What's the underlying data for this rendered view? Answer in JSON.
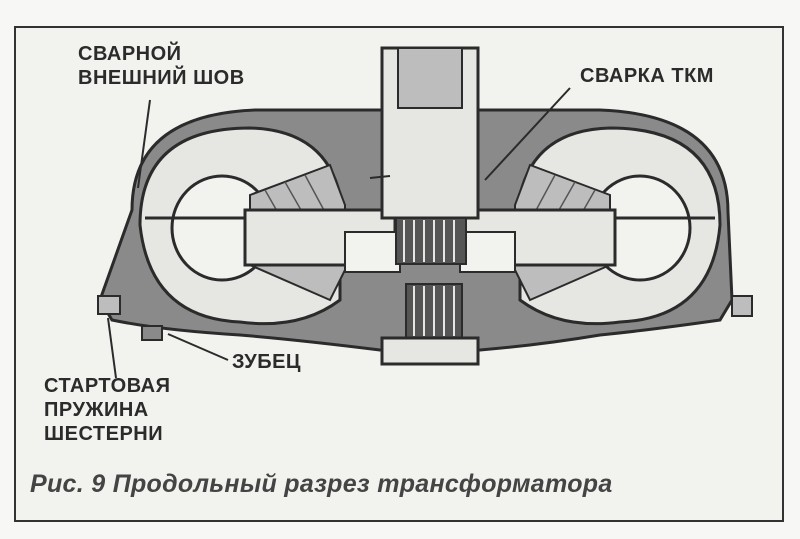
{
  "labels": {
    "weld_outer_line1": "СВАРНОЙ",
    "weld_outer_line2": "ВНЕШНИЙ ШОВ",
    "weld_tkm": "СВАРКА ТКМ",
    "tooth": "ЗУБЕЦ",
    "spring_line1": "СТАРТОВАЯ",
    "spring_line2": "ПРУЖИНА",
    "spring_line3": "ШЕСТЕРНИ"
  },
  "caption": "Рис. 9 Продольный разрез трансформатора",
  "colors": {
    "ink": "#2b2b2b",
    "housing_fill": "#8a8a8a",
    "light_part": "#e6e6e3",
    "mid_part": "#bdbdbd",
    "dark_part": "#555555"
  }
}
